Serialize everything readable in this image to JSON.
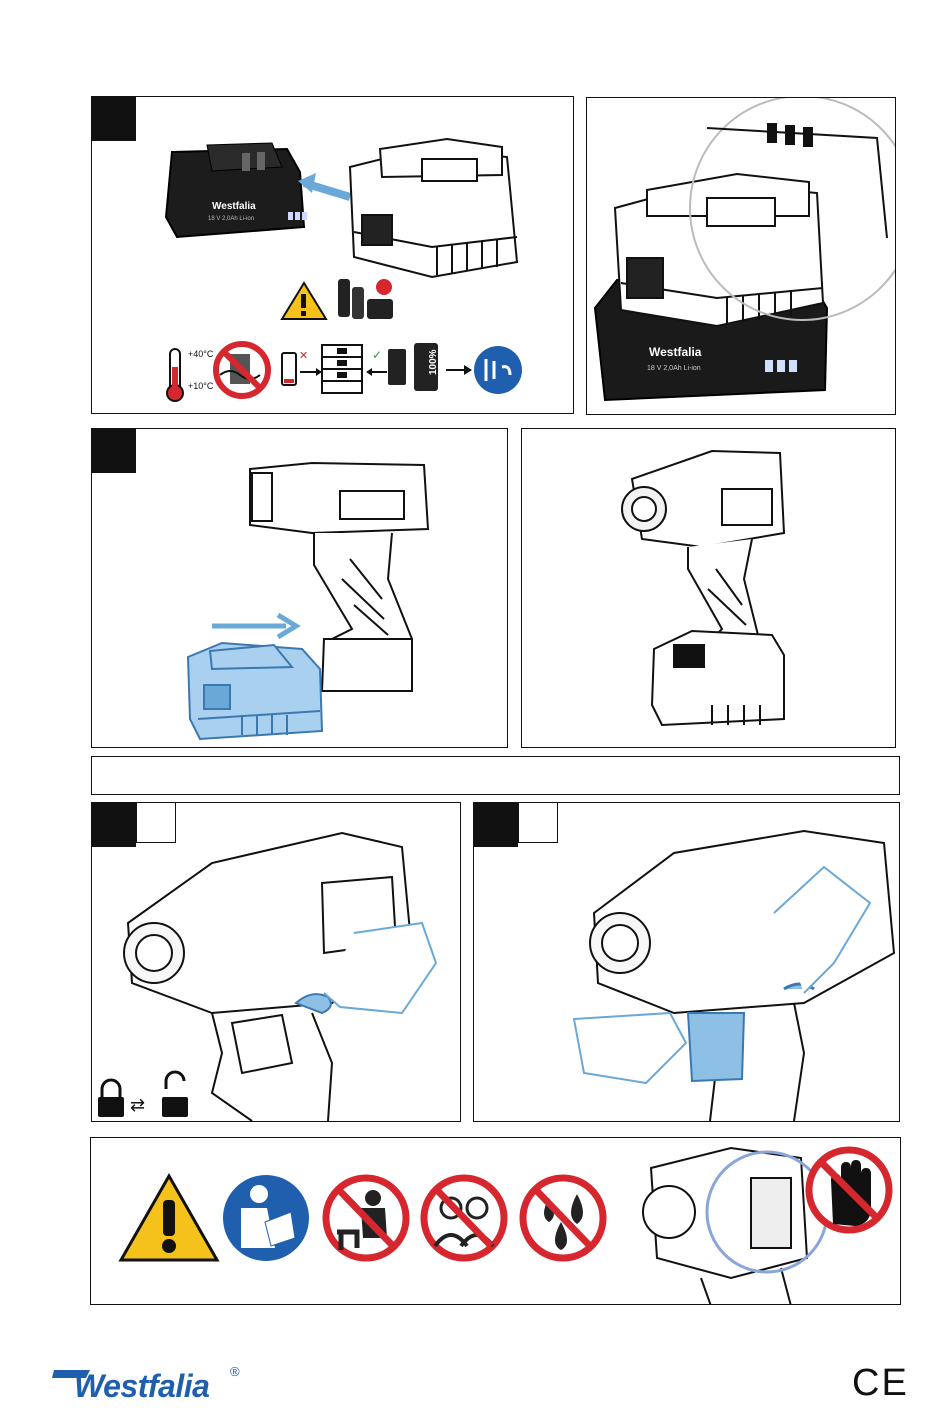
{
  "brand": {
    "name": "Westfalia",
    "reg": "®",
    "color": "#1f5fae"
  },
  "ce_mark": "CE",
  "battery_label": "Westfalia",
  "battery_label_reg": "®",
  "pack_spec": "18 V 2,0Ah Li-ion",
  "temp_high": "+40°C",
  "temp_low": "+10°C",
  "charge_full": "100%",
  "charge_indicator": "100%",
  "lock_symbol": "⇄",
  "colors": {
    "accent_blue": "#6aa8d8",
    "warning_yellow": "#f4c21a",
    "prohibit_red": "#d7272e",
    "mandatory_blue": "#1f5fae"
  }
}
